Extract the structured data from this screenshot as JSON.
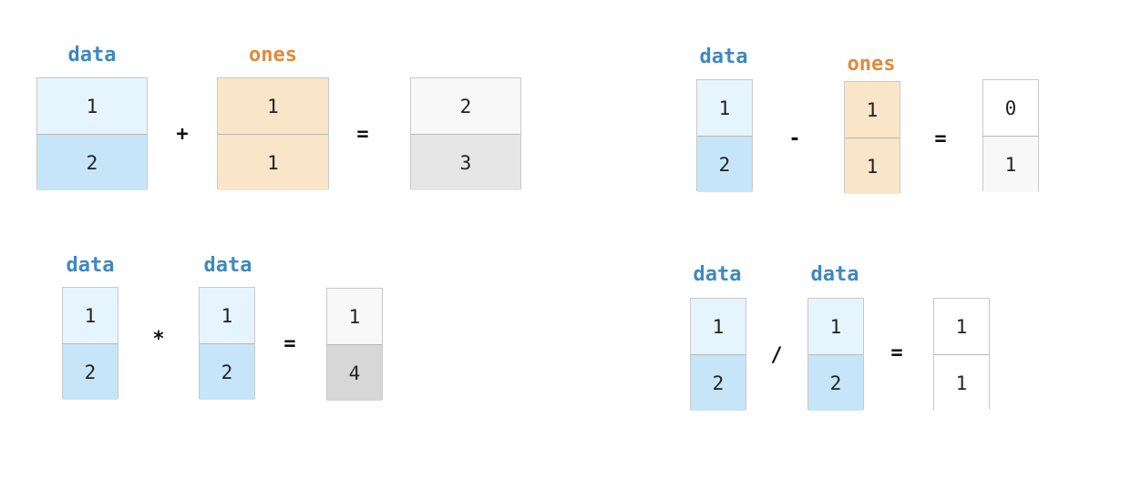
{
  "colors": {
    "data_label": "#3e88c0",
    "ones_label": "#e08a3c",
    "data_top": "#e6f4fd",
    "data_bottom": "#c6e5f8",
    "ones_fill": "#f9e5c7",
    "result_light": "#f8f8f8",
    "result_add_bottom": "#e6e6e6",
    "result_mul_bottom": "#d7d7d7",
    "result_white": "#ffffff"
  },
  "panels": {
    "add": {
      "left_label": "data",
      "left": [
        "1",
        "2"
      ],
      "op": "+",
      "right_label": "ones",
      "right": [
        "1",
        "1"
      ],
      "eq": "=",
      "result": [
        "2",
        "3"
      ]
    },
    "sub": {
      "left_label": "data",
      "left": [
        "1",
        "2"
      ],
      "op": "-",
      "right_label": "ones",
      "right": [
        "1",
        "1"
      ],
      "eq": "=",
      "result": [
        "0",
        "1"
      ]
    },
    "mul": {
      "left_label": "data",
      "left": [
        "1",
        "2"
      ],
      "op": "*",
      "right_label": "data",
      "right": [
        "1",
        "2"
      ],
      "eq": "=",
      "result": [
        "1",
        "4"
      ]
    },
    "div": {
      "left_label": "data",
      "left": [
        "1",
        "2"
      ],
      "op": "/",
      "right_label": "data",
      "right": [
        "1",
        "2"
      ],
      "eq": "=",
      "result": [
        "1",
        "1"
      ]
    }
  }
}
